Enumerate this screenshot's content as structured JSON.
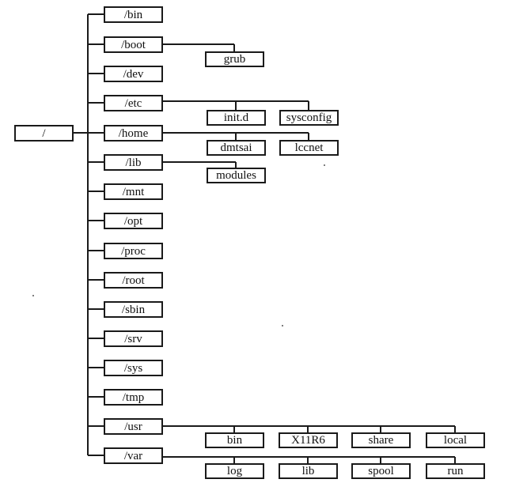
{
  "tree": {
    "root": "/",
    "dirs": [
      {
        "name": "/bin"
      },
      {
        "name": "/boot",
        "children": [
          "grub"
        ]
      },
      {
        "name": "/dev"
      },
      {
        "name": "/etc",
        "children": [
          "init.d",
          "sysconfig"
        ]
      },
      {
        "name": "/home",
        "children": [
          "dmtsai",
          "lccnet"
        ]
      },
      {
        "name": "/lib",
        "children": [
          "modules"
        ]
      },
      {
        "name": "/mnt"
      },
      {
        "name": "/opt"
      },
      {
        "name": "/proc"
      },
      {
        "name": "/root"
      },
      {
        "name": "/sbin"
      },
      {
        "name": "/srv"
      },
      {
        "name": "/sys"
      },
      {
        "name": "/tmp"
      },
      {
        "name": "/usr",
        "children": [
          "bin",
          "X11R6",
          "share",
          "local"
        ]
      },
      {
        "name": "/var",
        "children": [
          "log",
          "lib",
          "spool",
          "run"
        ]
      }
    ]
  }
}
